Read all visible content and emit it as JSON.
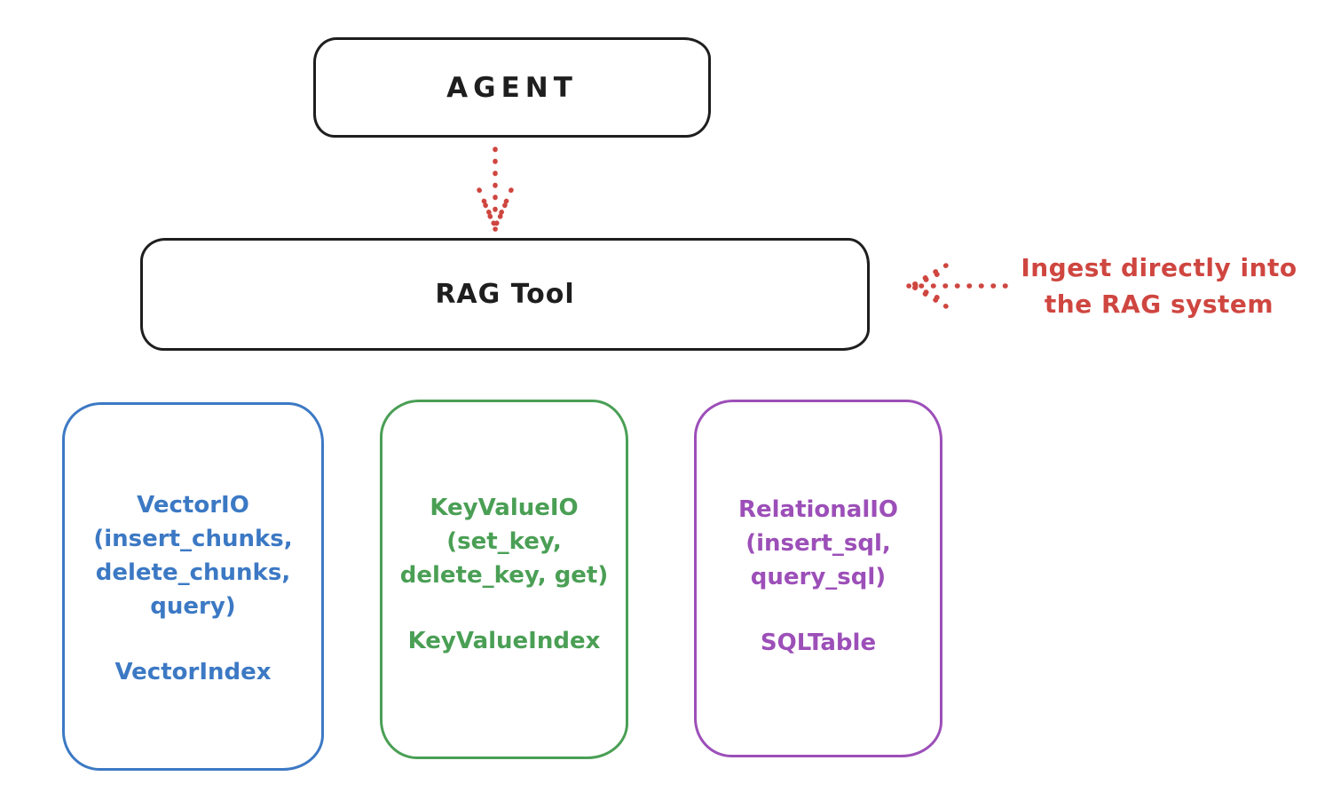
{
  "colors": {
    "ink": "#1e1e1e",
    "red": "#cf4640",
    "blue": "#3c79c4",
    "green": "#4a9f55",
    "purple": "#9c4fb8",
    "background": "#ffffff"
  },
  "agent_box": {
    "label": "AGENT"
  },
  "rag_box": {
    "label": "RAG Tool"
  },
  "annotation": {
    "line1": "Ingest directly into",
    "line2": "the RAG system",
    "color": "#cf4640"
  },
  "arrows": [
    {
      "name": "agent-to-rag",
      "style": "dotted",
      "direction": "down",
      "color": "#cf4640"
    },
    {
      "name": "annotation-to-rag",
      "style": "dotted",
      "direction": "left",
      "color": "#cf4640"
    }
  ],
  "stores": [
    {
      "name": "vector-io",
      "color": "#3c79c4",
      "lines": [
        "VectorIO",
        "(insert_chunks,",
        "delete_chunks,",
        "query)"
      ],
      "index_label": "VectorIndex"
    },
    {
      "name": "keyvalue-io",
      "color": "#4a9f55",
      "lines": [
        "KeyValueIO",
        "(set_key,",
        "delete_key, get)"
      ],
      "index_label": "KeyValueIndex"
    },
    {
      "name": "relational-io",
      "color": "#9c4fb8",
      "lines": [
        "RelationalIO",
        "(insert_sql,",
        "query_sql)"
      ],
      "index_label": "SQLTable"
    }
  ]
}
